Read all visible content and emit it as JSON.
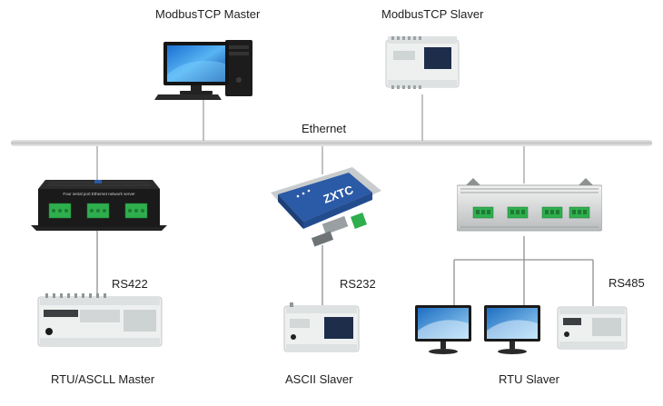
{
  "top": {
    "master_label": "ModbusTCP Master",
    "slaver_label": "ModbusTCP Slaver"
  },
  "bus": {
    "label": "Ethernet"
  },
  "left": {
    "device_caption": "Four serial port Ethernet network server",
    "link_label": "RS422",
    "bottom_label": "RTU/ASCLL Master"
  },
  "center": {
    "device_logo": "ZXTC",
    "link_label": "RS232",
    "bottom_label": "ASCII Slaver"
  },
  "right": {
    "link_label": "RS485",
    "bottom_label": "RTU Slaver"
  },
  "colors": {
    "bus": "#d2d2d2",
    "wire": "#9a9a9a",
    "terminal_green": "#2fae4e",
    "router_blue": "#2b5aa6",
    "plc_body": "#eef0f0"
  }
}
